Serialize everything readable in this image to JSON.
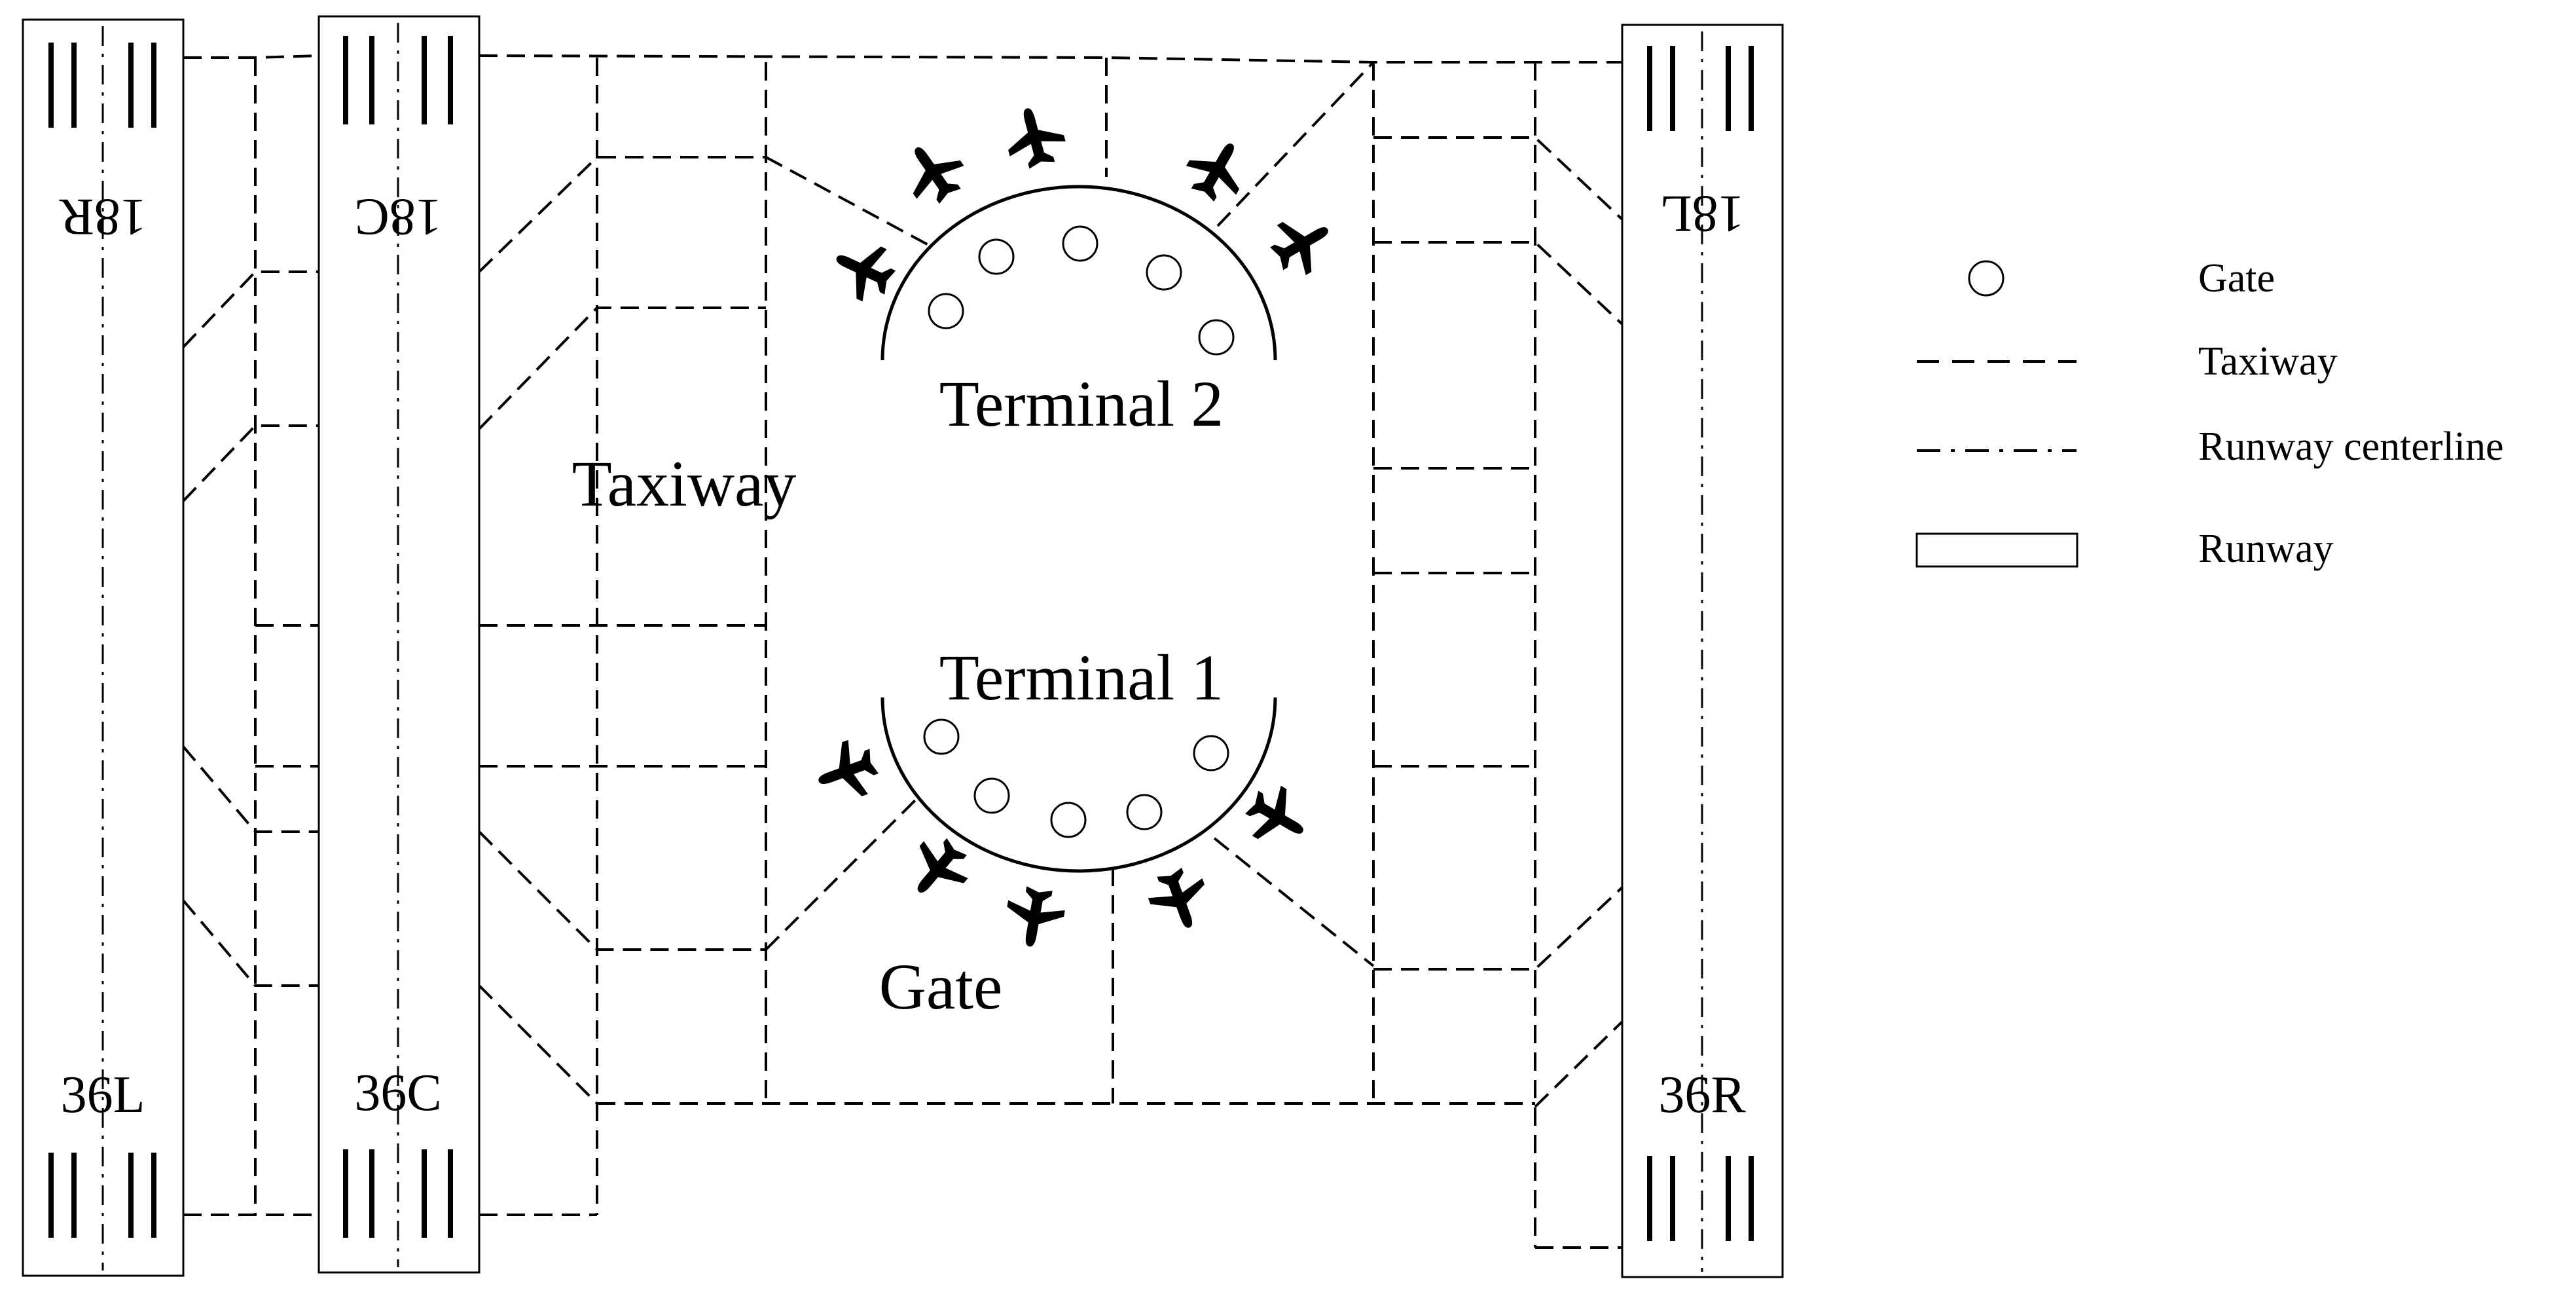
{
  "runways": {
    "left": {
      "bottom_label": "36L",
      "top_label": "18R"
    },
    "center": {
      "bottom_label": "36C",
      "top_label": "18C"
    },
    "right": {
      "bottom_label": "36R",
      "top_label": "18L"
    }
  },
  "terminals": {
    "terminal_2": "Terminal 2",
    "terminal_1": "Terminal 1"
  },
  "annotations": {
    "taxiway": "Taxiway",
    "gate": "Gate"
  },
  "legend": {
    "gate": "Gate",
    "taxiway": "Taxiway",
    "runway_centerline": "Runway centerline",
    "runway": "Runway"
  },
  "colors": {
    "line": "#000000",
    "background": "#ffffff"
  }
}
